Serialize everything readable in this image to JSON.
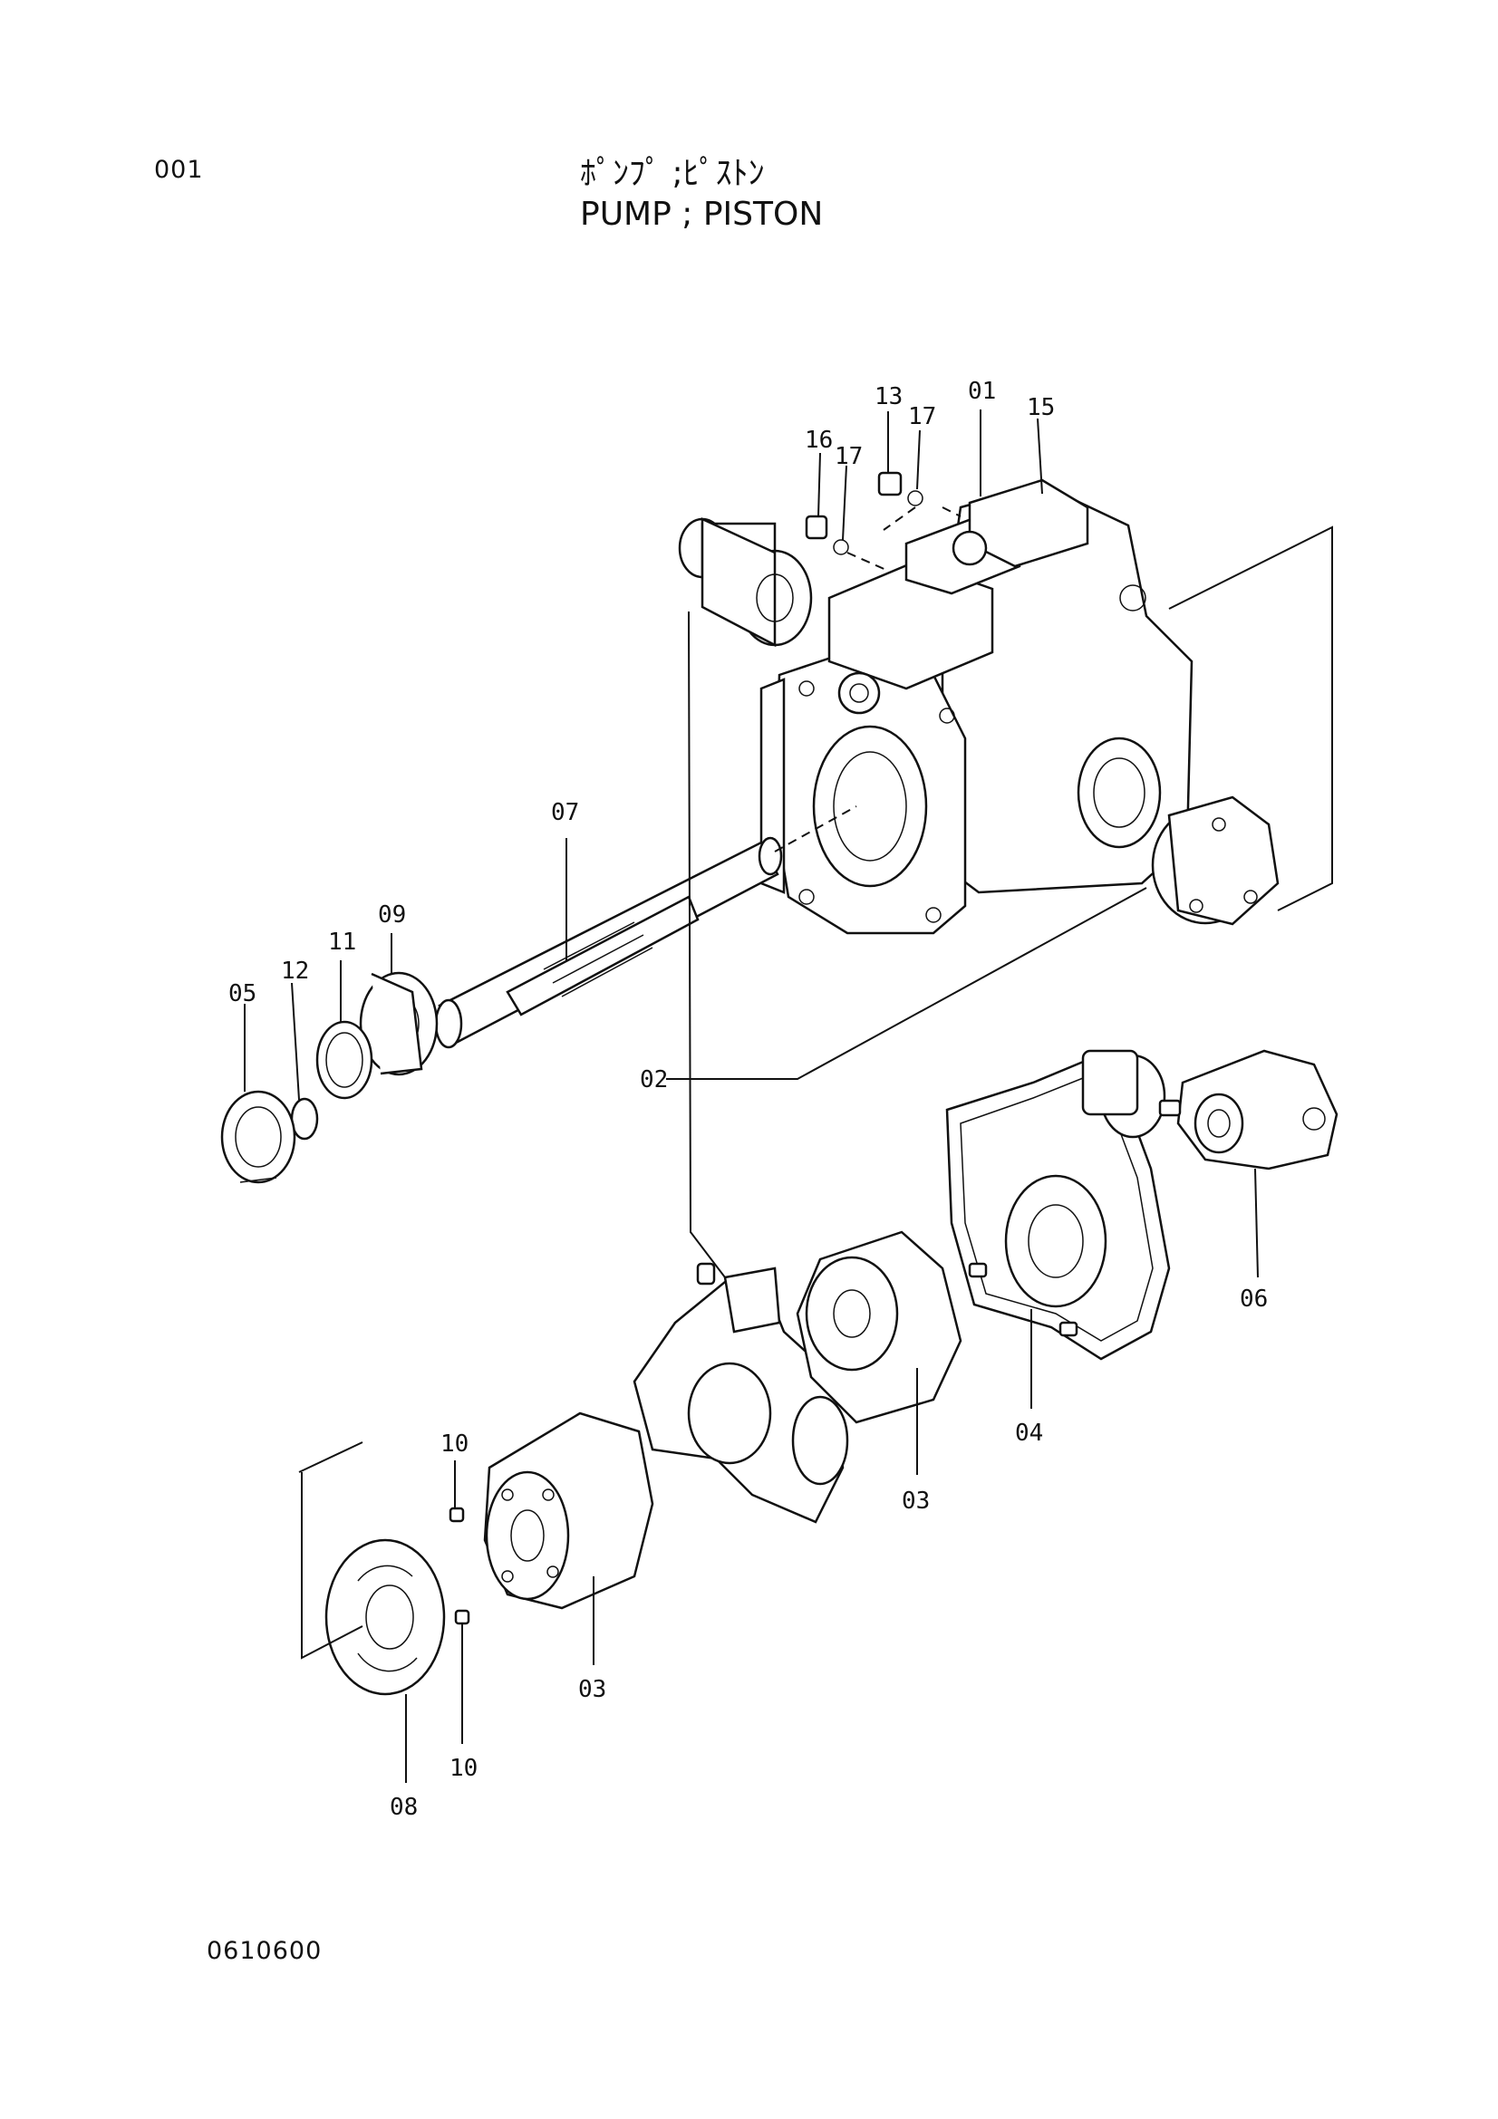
{
  "header": {
    "page_number": "001",
    "title_jp": "ﾎﾟﾝﾌﾟ ;ﾋﾟｽﾄﾝ",
    "title_en": "PUMP  ; PISTON"
  },
  "footer": {
    "reference": "0610600"
  },
  "callouts": {
    "c01": "01",
    "c02": "02",
    "c03a": "03",
    "c03b": "03",
    "c04": "04",
    "c05": "05",
    "c06": "06",
    "c07": "07",
    "c08": "08",
    "c09": "09",
    "c10a": "10",
    "c10b": "10",
    "c11": "11",
    "c12": "12",
    "c13": "13",
    "c15": "15",
    "c16": "16",
    "c17a": "17",
    "c17b": "17"
  }
}
